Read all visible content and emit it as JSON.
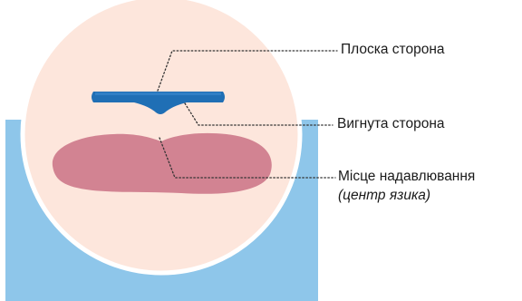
{
  "labels": {
    "flat_side": "Плоска сторона",
    "curved_side": "Вигнута сторона",
    "press_point": "Місце надавлювання",
    "press_point_note": "(центр язика)"
  },
  "colors": {
    "background_blue": "#8ec6ea",
    "circle_fill": "#fde6dc",
    "circle_stroke": "#ffffff",
    "tongue": "#d28392",
    "tongue_dark": "#c07383",
    "strip": "#1f6fb5",
    "strip_highlight": "#3c8ad0",
    "leader_line": "#333333"
  }
}
